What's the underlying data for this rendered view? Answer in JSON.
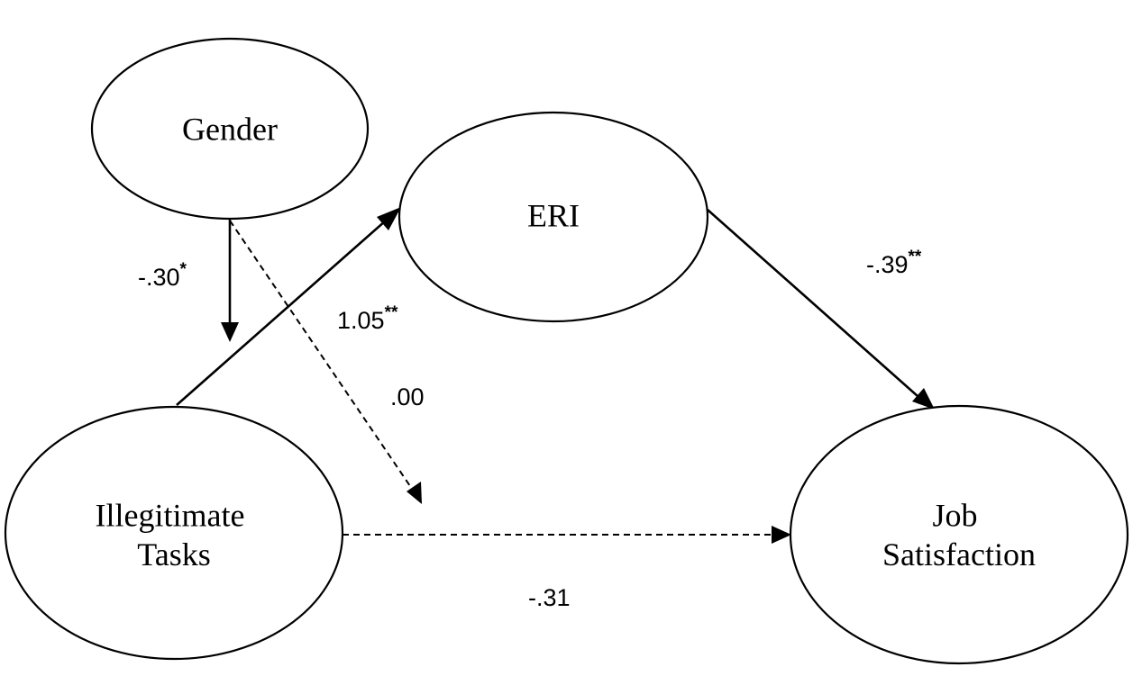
{
  "nodes": {
    "gender": {
      "lines": [
        "Gender"
      ]
    },
    "eri": {
      "lines": [
        "ERI"
      ]
    },
    "illegitimate_tasks": {
      "lines": [
        "Illegitimate",
        "Tasks"
      ]
    },
    "job_satisfaction": {
      "lines": [
        "Job",
        "Satisfaction"
      ]
    }
  },
  "paths": {
    "gender_moderation": {
      "value": "-.30",
      "sig": "*"
    },
    "tasks_to_eri": {
      "value": "1.05",
      "sig": "**"
    },
    "moderated_direct": {
      "value": ".00",
      "sig": ""
    },
    "eri_to_satisfaction": {
      "value": "-.39",
      "sig": "**"
    },
    "tasks_to_satisfaction": {
      "value": "-.31",
      "sig": ""
    }
  }
}
